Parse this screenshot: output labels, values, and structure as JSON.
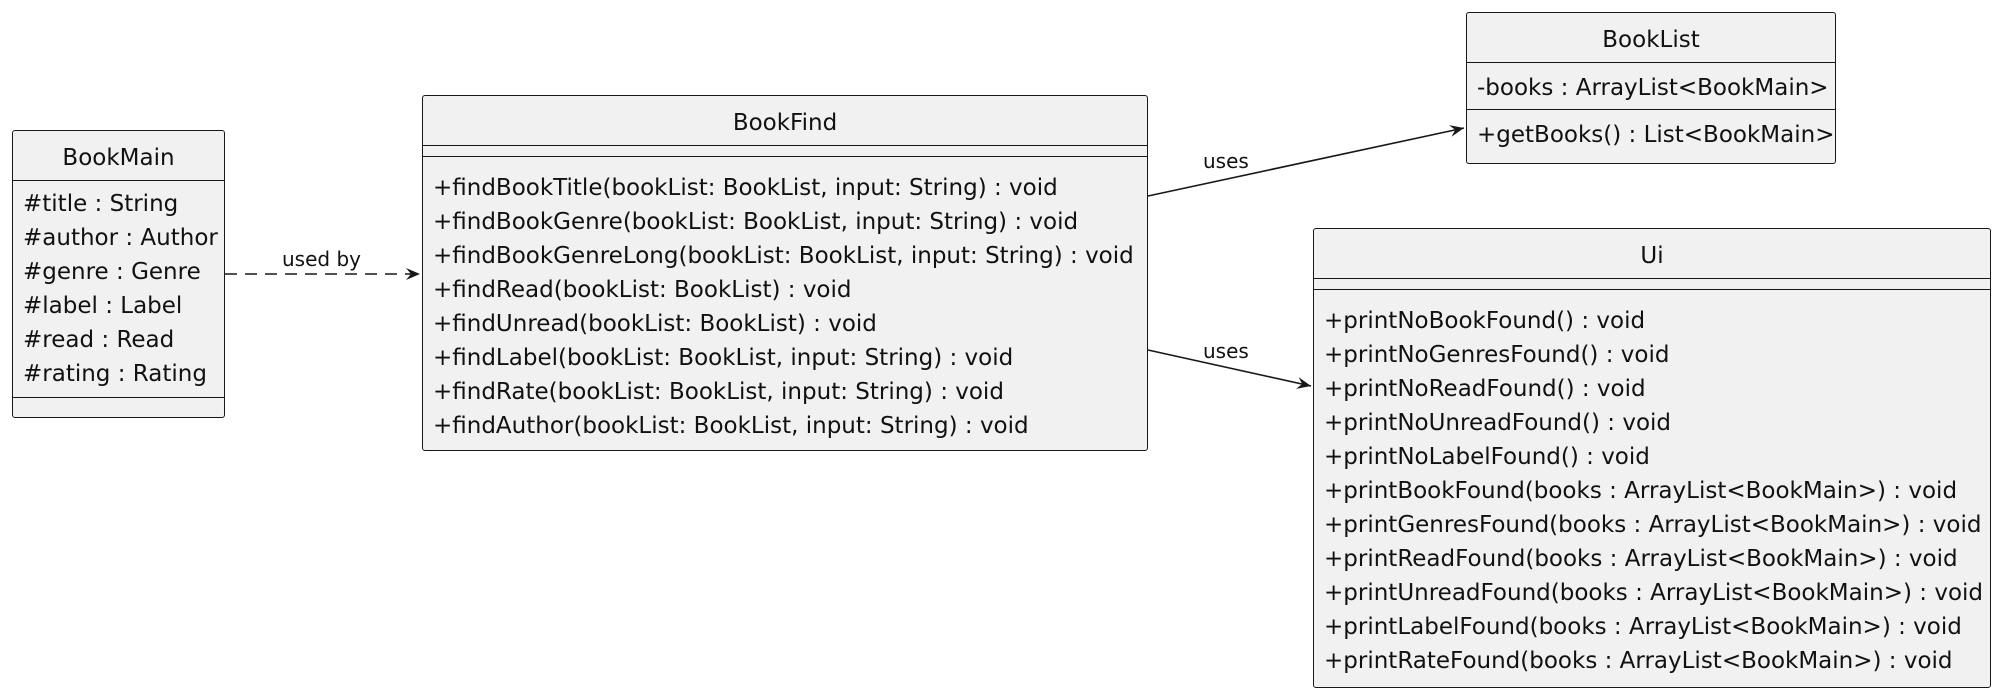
{
  "classes": {
    "bookmain": {
      "name": "BookMain",
      "fields": [
        "#title : String",
        "#author : Author",
        "#genre : Genre",
        "#label : Label",
        "#read : Read",
        "#rating : Rating"
      ],
      "methods": []
    },
    "bookfind": {
      "name": "BookFind",
      "fields": [],
      "methods": [
        "+findBookTitle(bookList: BookList, input: String) : void",
        "+findBookGenre(bookList: BookList, input: String) : void",
        "+findBookGenreLong(bookList: BookList, input: String) : void",
        "+findRead(bookList: BookList) : void",
        "+findUnread(bookList: BookList) : void",
        "+findLabel(bookList: BookList, input: String) : void",
        "+findRate(bookList: BookList, input: String) : void",
        "+findAuthor(bookList: BookList, input: String) : void"
      ]
    },
    "booklist": {
      "name": "BookList",
      "fields": [
        "-books : ArrayList<BookMain>"
      ],
      "methods": [
        "+getBooks() : List<BookMain>"
      ]
    },
    "ui": {
      "name": "Ui",
      "fields": [],
      "methods": [
        "+printNoBookFound() : void",
        "+printNoGenresFound() : void",
        "+printNoReadFound() : void",
        "+printNoUnreadFound() : void",
        "+printNoLabelFound() : void",
        "+printBookFound(books : ArrayList<BookMain>) : void",
        "+printGenresFound(books : ArrayList<BookMain>) : void",
        "+printReadFound(books : ArrayList<BookMain>) : void",
        "+printUnreadFound(books : ArrayList<BookMain>) : void",
        "+printLabelFound(books : ArrayList<BookMain>) : void",
        "+printRateFound(books : ArrayList<BookMain>) : void"
      ]
    }
  },
  "relations": {
    "bookmain_to_bookfind": {
      "label": "used by",
      "style": "dashed"
    },
    "bookfind_to_booklist": {
      "label": "uses",
      "style": "solid"
    },
    "bookfind_to_ui": {
      "label": "uses",
      "style": "solid"
    }
  },
  "colors": {
    "box_fill": "#f1f1f1",
    "border": "#181818",
    "text": "#111111"
  }
}
